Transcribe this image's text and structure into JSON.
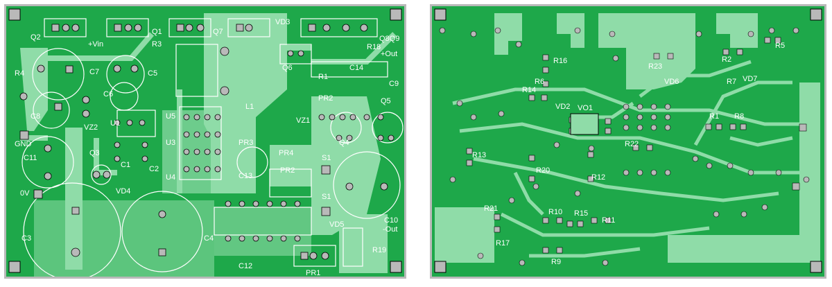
{
  "top_board": {
    "labels": {
      "q2": "Q2",
      "vin": "+Vin",
      "q1": "Q1",
      "r3": "R3",
      "q7": "Q7",
      "vd3": "VD3",
      "q8q9": "Q8Q9",
      "r18": "R18",
      "plus_out": "+Out",
      "r4": "R4",
      "c7": "C7",
      "c5": "C5",
      "c6": "C6",
      "q6": "Q6",
      "r1": "R1",
      "c14": "C14",
      "c9": "C9",
      "pr2a": "PR2",
      "l1": "L1",
      "c8": "C8",
      "vz2": "VZ2",
      "u1": "U1",
      "u5": "U5",
      "vz1": "VZ1",
      "q4": "Q4",
      "q5": "Q5",
      "gnd": "GND",
      "c11": "C11",
      "u3": "U3",
      "pr3": "PR3",
      "pr4": "PR4",
      "s1a": "S1",
      "q3": "Q3",
      "c1": "C1",
      "c2": "C2",
      "u4": "U4",
      "c13": "C13",
      "pr2b": "PR2",
      "zero_v": "0V",
      "vd4": "VD4",
      "s1b": "S1",
      "c3": "C3",
      "c4": "C4",
      "c12": "C12",
      "vd5": "VD5",
      "c10": "C10",
      "minus_out": "-Out",
      "r19": "R19",
      "pr1": "PR1"
    }
  },
  "bottom_board": {
    "labels": {
      "r16": "R16",
      "r23": "R23",
      "r2": "R2",
      "r5": "R5",
      "vd6": "VD6",
      "r6": "R6",
      "r14": "R14",
      "r7": "R7",
      "vd7": "VD7",
      "vd2": "VD2",
      "vo1": "VO1",
      "r1": "R1",
      "r8": "R8",
      "r13": "R13",
      "r22": "R22",
      "r20": "R20",
      "r12": "R12",
      "r21": "R21",
      "r10": "R10",
      "r15": "R15",
      "r11": "R11",
      "r17": "R17",
      "r9": "R9"
    }
  },
  "colors": {
    "board": "#1ea84a",
    "copper": "#8fdca8",
    "frame": "#b9b9b9",
    "silk": "#ffffff",
    "pad": "#b9b9b9"
  }
}
